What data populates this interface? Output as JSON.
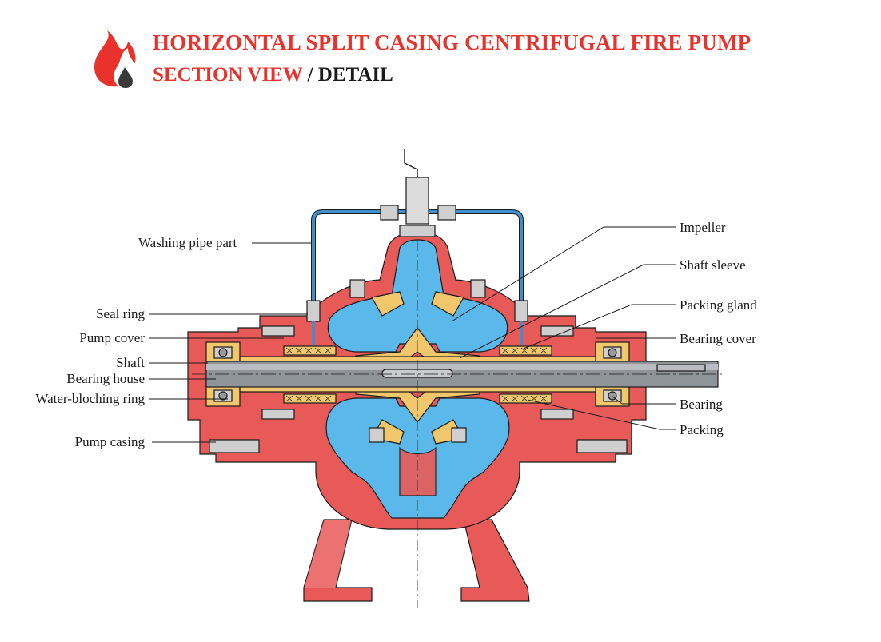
{
  "header": {
    "title_line1": "HORIZONTAL SPLIT CASING CENTRIFUGAL FIRE PUMP",
    "title_line2_red": "SECTION VIEW",
    "title_line2_sep": " / ",
    "title_line2_dark": "DETAIL",
    "logo_icon": "flame-drop-icon"
  },
  "labels": {
    "washing_pipe": "Washing pipe part",
    "seal_ring": "Seal ring",
    "pump_cover": "Pump cover",
    "shaft": "Shaft",
    "bearing_house": "Bearing house",
    "water_ring": "Water-bloching ring",
    "pump_casing": "Pump casing",
    "impeller": "Impeller",
    "shaft_sleeve": "Shaft sleeve",
    "packing_gland": "Packing gland",
    "bearing_cover": "Bearing cover",
    "bearing": "Bearing",
    "packing": "Packing"
  },
  "colors": {
    "brand_red": "#e8322b",
    "casing_red": "#e85a57",
    "water_blue": "#5bb8ea",
    "impeller_gold": "#f2c66a",
    "pipe_blue": "#3f8fce",
    "shaft_grey": "#8f9499"
  }
}
